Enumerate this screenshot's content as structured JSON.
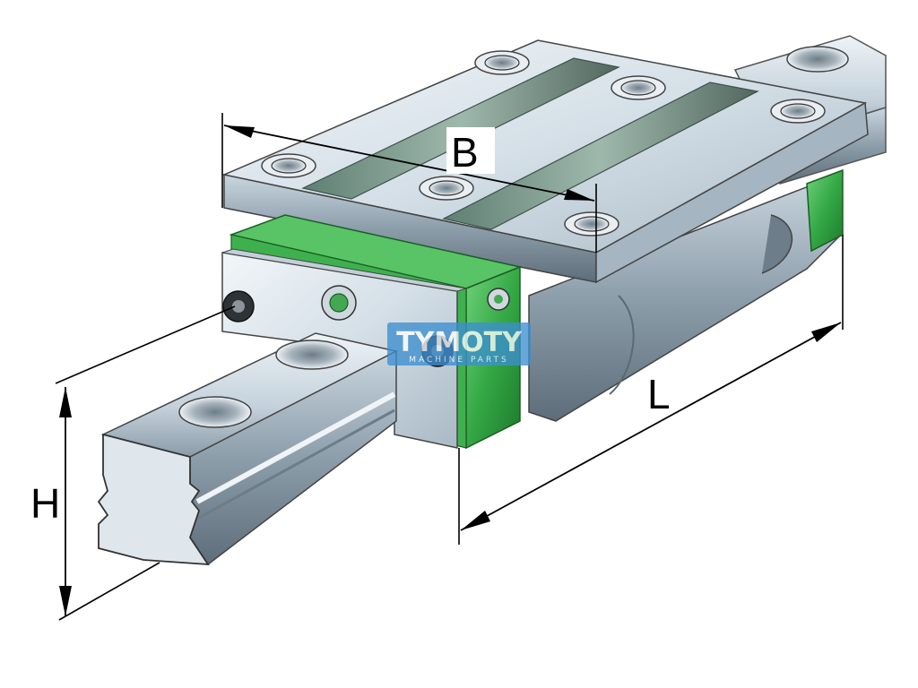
{
  "dimensions": {
    "width_label": "B",
    "height_label": "H",
    "length_label": "L"
  },
  "watermark": {
    "title": "TYMOTY",
    "subtitle": "MACHINE PARTS",
    "color": "#3d8fd0"
  },
  "colors": {
    "steel_light": "#dde7ee",
    "steel_mid": "#b8c7d2",
    "steel_dark": "#7f919f",
    "seal_green": "#3bb04a",
    "seal_green_dark": "#1f7f2e",
    "dimension_line": "#000000"
  }
}
